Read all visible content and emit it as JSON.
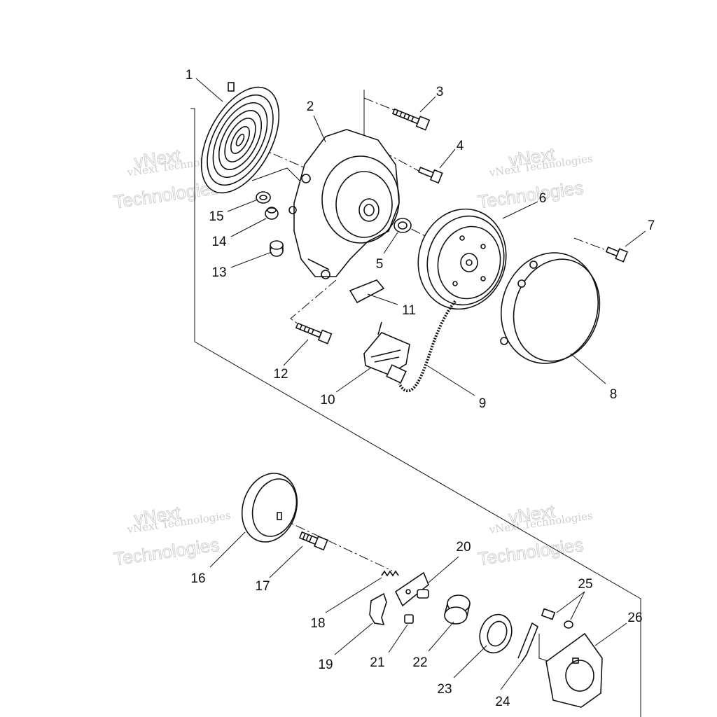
{
  "watermarks": [
    {
      "small": "vNext Technologies",
      "big1": "vNext",
      "big2": "Technologies"
    },
    {
      "small": "vNext Technologies",
      "big1": "vNext",
      "big2": "Technologies"
    },
    {
      "small": "vNext Technologies",
      "big1": "vNext",
      "big2": "Technologies"
    },
    {
      "small": "vNext Technologies",
      "big1": "vNext",
      "big2": "Technologies"
    }
  ],
  "callouts": [
    "1",
    "2",
    "3",
    "4",
    "5",
    "6",
    "7",
    "8",
    "9",
    "10",
    "11",
    "12",
    "13",
    "14",
    "15",
    "16",
    "17",
    "18",
    "19",
    "20",
    "21",
    "22",
    "23",
    "24",
    "25",
    "26"
  ],
  "parts": [
    {
      "id": "1",
      "name": "recoil-spring"
    },
    {
      "id": "2",
      "name": "starter-housing"
    },
    {
      "id": "3",
      "name": "bolt"
    },
    {
      "id": "4",
      "name": "bolt"
    },
    {
      "id": "5",
      "name": "bushing"
    },
    {
      "id": "6",
      "name": "rope-pulley"
    },
    {
      "id": "7",
      "name": "bolt"
    },
    {
      "id": "8",
      "name": "cover"
    },
    {
      "id": "9",
      "name": "starter-rope"
    },
    {
      "id": "10",
      "name": "handle"
    },
    {
      "id": "11",
      "name": "handle-insert"
    },
    {
      "id": "12",
      "name": "bolt"
    },
    {
      "id": "13",
      "name": "spacer"
    },
    {
      "id": "14",
      "name": "nut"
    },
    {
      "id": "15",
      "name": "washer"
    },
    {
      "id": "16",
      "name": "drive-cup"
    },
    {
      "id": "17",
      "name": "bolt"
    },
    {
      "id": "18",
      "name": "spring"
    },
    {
      "id": "19",
      "name": "pawl"
    },
    {
      "id": "20",
      "name": "ratchet-assembly"
    },
    {
      "id": "21",
      "name": "pin"
    },
    {
      "id": "22",
      "name": "collar"
    },
    {
      "id": "23",
      "name": "friction-plate"
    },
    {
      "id": "24",
      "name": "return-spring"
    },
    {
      "id": "25",
      "name": "screw-washer"
    },
    {
      "id": "26",
      "name": "retainer-plate"
    }
  ]
}
